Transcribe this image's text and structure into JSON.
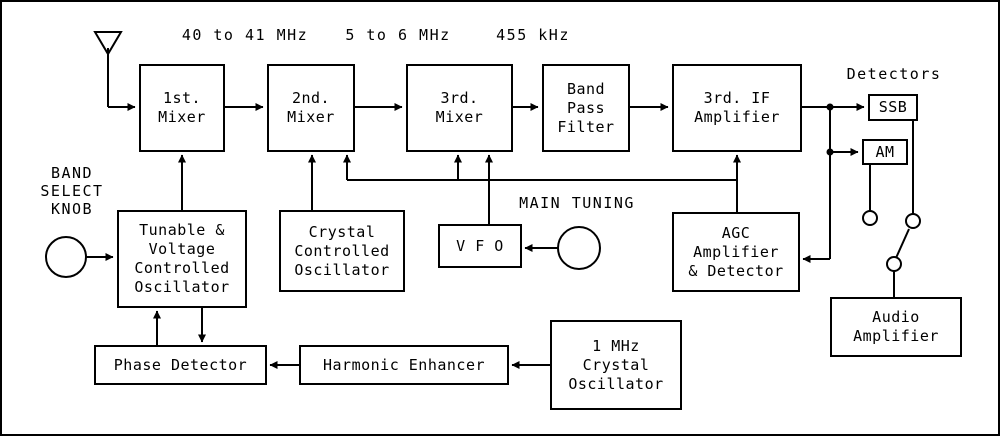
{
  "labels": {
    "if1": "40 to 41 MHz",
    "if2": "5 to 6 MHz",
    "if3": "455 kHz",
    "detectors": "Detectors",
    "band_select_knob": "BAND\nSELECT\nKNOB",
    "main_tuning": "MAIN TUNING"
  },
  "blocks": {
    "first_mixer": "1st.\nMixer",
    "second_mixer": "2nd.\nMixer",
    "third_mixer": "3rd.\nMixer",
    "band_pass_filter": "Band\nPass\nFilter",
    "third_if_amplifier": "3rd. IF\nAmplifier",
    "ssb_detector": "SSB",
    "am_detector": "AM",
    "tunable_vco": "Tunable &\nVoltage\nControlled\nOscillator",
    "crystal_oscillator": "Crystal\nControlled\nOscillator",
    "vfo": "V F O",
    "agc": "AGC\nAmplifier\n& Detector",
    "audio_amplifier": "Audio\nAmplifier",
    "phase_detector": "Phase Detector",
    "harmonic_enhancer": "Harmonic Enhancer",
    "one_mhz_crystal_oscillator": "1 MHz\nCrystal\nOscillator"
  },
  "colors": {
    "line": "#000000",
    "background": "#ffffff"
  }
}
